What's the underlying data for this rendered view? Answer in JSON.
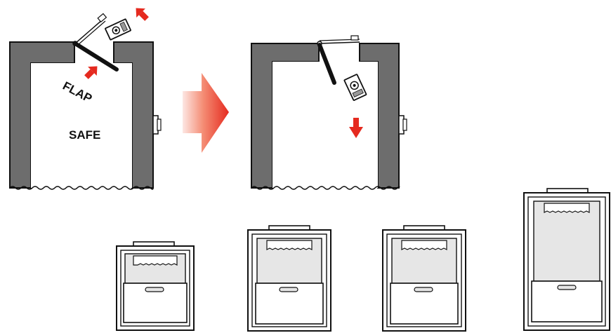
{
  "labels": {
    "flap": "FLAP",
    "safe": "SAFE"
  },
  "colors": {
    "wall": "#6d6d6d",
    "outline": "#111111",
    "arrow_red": "#e52a1f",
    "arrow_light": "#fbe3df",
    "safe_interior": "#ffffff",
    "drawer_fill": "#f2f2f2",
    "panel_fill": "#e6e6e6"
  },
  "steps": [
    {
      "name": "insert",
      "flap_state": "open",
      "arrows": [
        "push-note",
        "push-flap"
      ]
    },
    {
      "name": "drop",
      "flap_state": "closed",
      "arrows": [
        "fall-down"
      ]
    }
  ],
  "safe_sizes": [
    "small",
    "medium",
    "medium",
    "large"
  ]
}
